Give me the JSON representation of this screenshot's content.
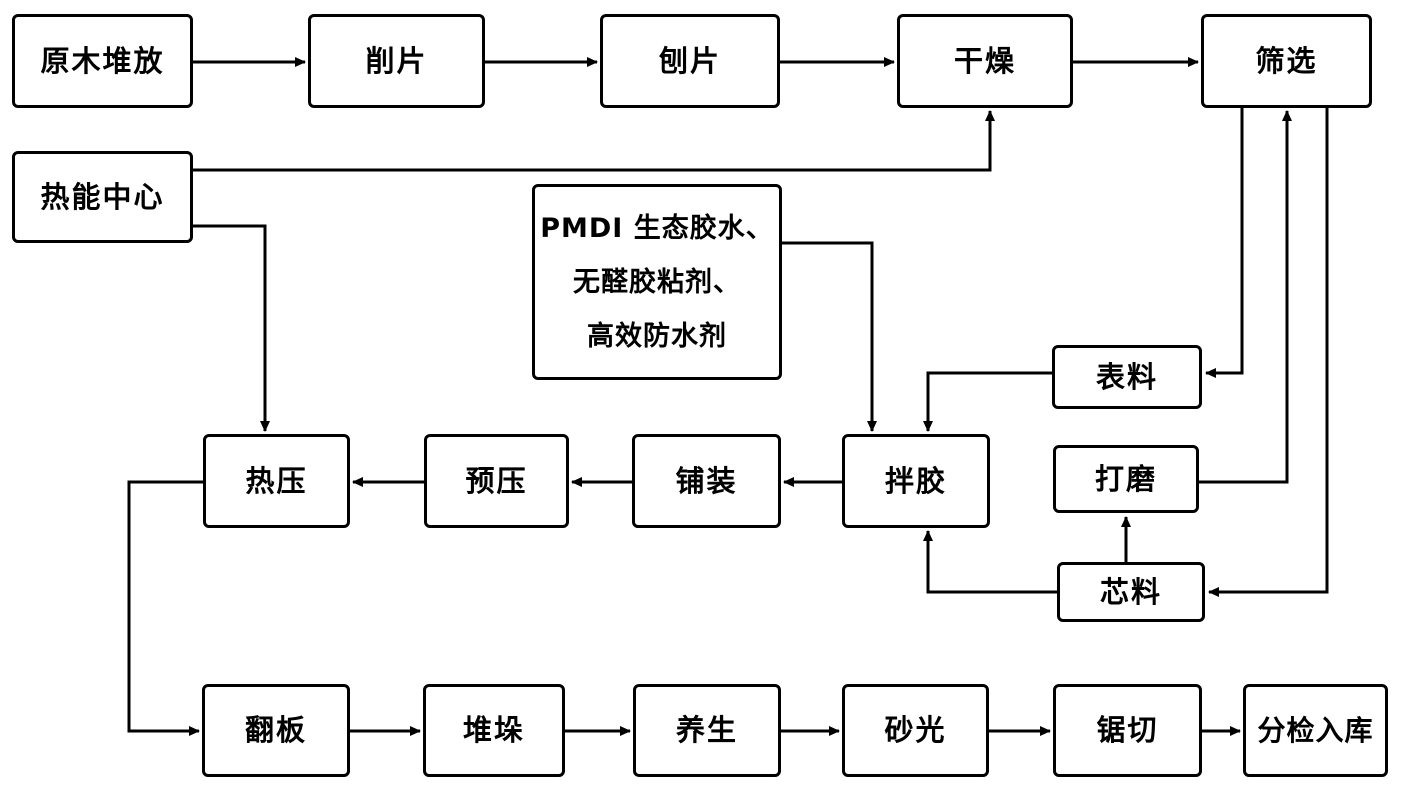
{
  "diagram": {
    "type": "flowchart",
    "language": "zh-CN",
    "background_color": "#ffffff",
    "line_color": "#000000",
    "box_fill": "#ffffff",
    "nodes": {
      "log_stacking": {
        "label": "原木堆放"
      },
      "chipping": {
        "label": "削片"
      },
      "flaking": {
        "label": "刨片"
      },
      "drying": {
        "label": "干燥"
      },
      "screening": {
        "label": "筛选"
      },
      "thermal_energy_center": {
        "label": "热能中心"
      },
      "adhesive_inputs": {
        "lines": [
          "PMDI 生态胶水、",
          "无醛胶粘剂、",
          "高效防水剂"
        ]
      },
      "hot_pressing": {
        "label": "热压"
      },
      "pre_pressing": {
        "label": "预压"
      },
      "mat_forming": {
        "label": "铺装"
      },
      "glue_mixing": {
        "label": "拌胶"
      },
      "surface_material": {
        "label": "表料"
      },
      "grinding": {
        "label": "打磨"
      },
      "core_material": {
        "label": "芯料"
      },
      "board_flipping": {
        "label": "翻板"
      },
      "stacking": {
        "label": "堆垛"
      },
      "curing": {
        "label": "养生"
      },
      "sanding": {
        "label": "砂光"
      },
      "sawing": {
        "label": "锯切"
      },
      "inspection_warehousing": {
        "label": "分检入库"
      }
    },
    "edges": [
      {
        "from": "log_stacking",
        "to": "chipping"
      },
      {
        "from": "chipping",
        "to": "flaking"
      },
      {
        "from": "flaking",
        "to": "drying"
      },
      {
        "from": "drying",
        "to": "screening"
      },
      {
        "from": "thermal_energy_center",
        "to": "drying"
      },
      {
        "from": "thermal_energy_center",
        "to": "hot_pressing"
      },
      {
        "from": "adhesive_inputs",
        "to": "glue_mixing"
      },
      {
        "from": "glue_mixing",
        "to": "mat_forming"
      },
      {
        "from": "mat_forming",
        "to": "pre_pressing"
      },
      {
        "from": "pre_pressing",
        "to": "hot_pressing"
      },
      {
        "from": "hot_pressing",
        "to": "board_flipping"
      },
      {
        "from": "board_flipping",
        "to": "stacking"
      },
      {
        "from": "stacking",
        "to": "curing"
      },
      {
        "from": "curing",
        "to": "sanding"
      },
      {
        "from": "sanding",
        "to": "sawing"
      },
      {
        "from": "sawing",
        "to": "inspection_warehousing"
      },
      {
        "from": "screening",
        "to": "surface_material"
      },
      {
        "from": "surface_material",
        "to": "glue_mixing"
      },
      {
        "from": "screening",
        "to": "core_material"
      },
      {
        "from": "core_material",
        "to": "glue_mixing"
      },
      {
        "from": "core_material",
        "to": "grinding"
      },
      {
        "from": "grinding",
        "to": "screening"
      }
    ]
  }
}
